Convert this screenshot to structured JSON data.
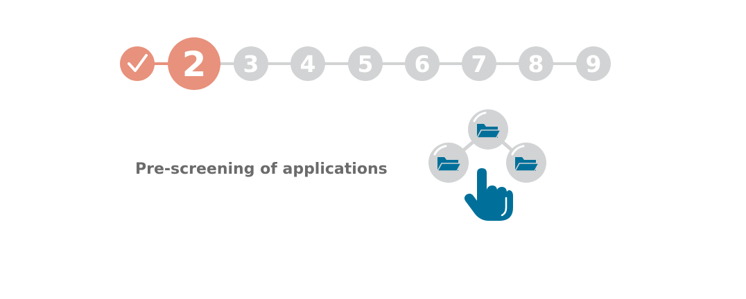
{
  "stepper": {
    "completed_icon": "checkmark-icon",
    "steps": [
      {
        "label": "",
        "state": "completed"
      },
      {
        "label": "2",
        "state": "current"
      },
      {
        "label": "3",
        "state": "upcoming"
      },
      {
        "label": "4",
        "state": "upcoming"
      },
      {
        "label": "5",
        "state": "upcoming"
      },
      {
        "label": "6",
        "state": "upcoming"
      },
      {
        "label": "7",
        "state": "upcoming"
      },
      {
        "label": "8",
        "state": "upcoming"
      },
      {
        "label": "9",
        "state": "upcoming"
      }
    ]
  },
  "step_description": "Pre-screening of applications",
  "illustration": {
    "icons": [
      "folder-icon",
      "folder-icon",
      "folder-icon",
      "pointing-hand-icon"
    ]
  },
  "colors": {
    "accent": "#e8917c",
    "inactive": "#d1d3d4",
    "icon": "#00709a",
    "text": "#6b6b6b"
  }
}
